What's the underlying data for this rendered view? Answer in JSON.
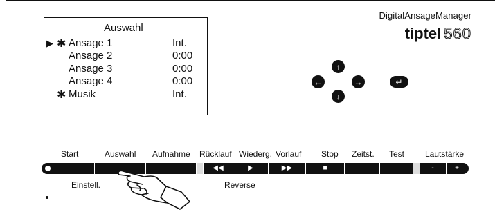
{
  "brand": {
    "subtitle": "DigitalAnsageManager",
    "name": "tiptel",
    "model": "560"
  },
  "display": {
    "title": "Auswahl",
    "rows": [
      {
        "arrow": "▶",
        "star": "✱",
        "label": "Ansage 1",
        "value": "Int."
      },
      {
        "arrow": "",
        "star": "",
        "label": "Ansage 2",
        "value": "0:00"
      },
      {
        "arrow": "",
        "star": "",
        "label": "Ansage 3",
        "value": "0:00"
      },
      {
        "arrow": "",
        "star": "",
        "label": "Ansage 4",
        "value": "0:00"
      },
      {
        "arrow": "",
        "star": "✱",
        "label": "Musik",
        "value": "Int."
      }
    ]
  },
  "nav": {
    "up": "↑",
    "down": "↓",
    "left": "←",
    "right": "→",
    "enter": "↵"
  },
  "keys": {
    "start": "Start",
    "auswahl": "Auswahl",
    "aufnahme": "Aufnahme",
    "ruecklauf": "Rücklauf",
    "wiederg": "Wiederg.",
    "vorlauf": "Vorlauf",
    "stop": "Stop",
    "zeitst": "Zeitst.",
    "test": "Test",
    "lautstaerke": "Lautstärke"
  },
  "key_symbols": {
    "rewind": "◀◀",
    "play": "▶",
    "forward": "▶▶",
    "stop": "■",
    "minus": "-",
    "plus": "+"
  },
  "sub_labels": {
    "einstell": "Einstell.",
    "reverse": "Reverse"
  }
}
